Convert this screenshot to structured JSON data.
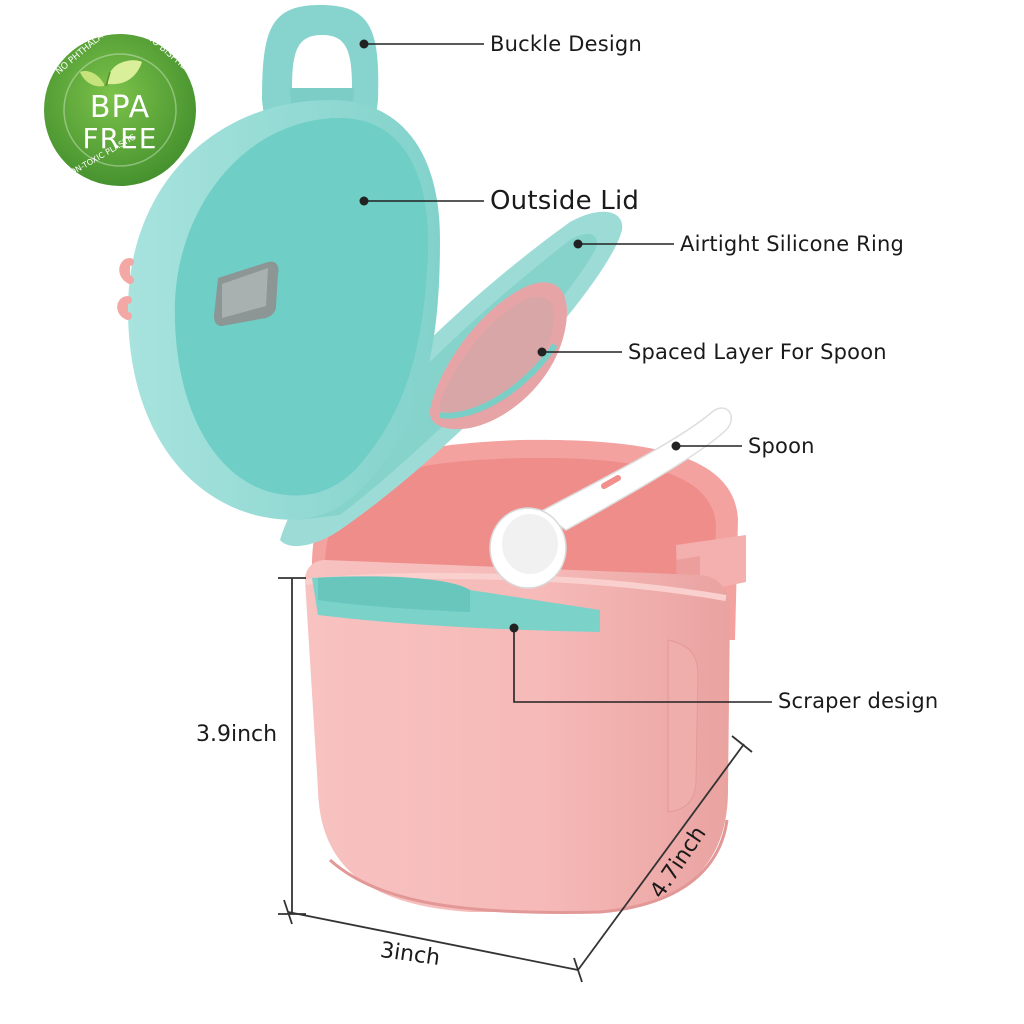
{
  "badge": {
    "line1": "BPA",
    "line2": "FREE",
    "ring_text_top": "NO PHTHALATES",
    "ring_text_right": "NO BISPHENOL-A",
    "ring_text_bottom": "NON-TOXIC PLASTIC",
    "color": "#5aa33a"
  },
  "callouts": {
    "buckle": "Buckle Design",
    "outside_lid": "Outside Lid",
    "silicone_ring": "Airtight Silicone Ring",
    "spaced_layer": "Spaced Layer For Spoon",
    "spoon": "Spoon",
    "scraper": "Scraper design"
  },
  "dimensions": {
    "height": "3.9inch",
    "width": "3inch",
    "depth": "4.7inch"
  },
  "colors": {
    "lid": "#8fd9d3",
    "lid_inner": "#6ecfc6",
    "body": "#f5b5b3",
    "body_inner": "#f08f8c",
    "scraper": "#74cfc6",
    "spoon": "#ffffff"
  }
}
